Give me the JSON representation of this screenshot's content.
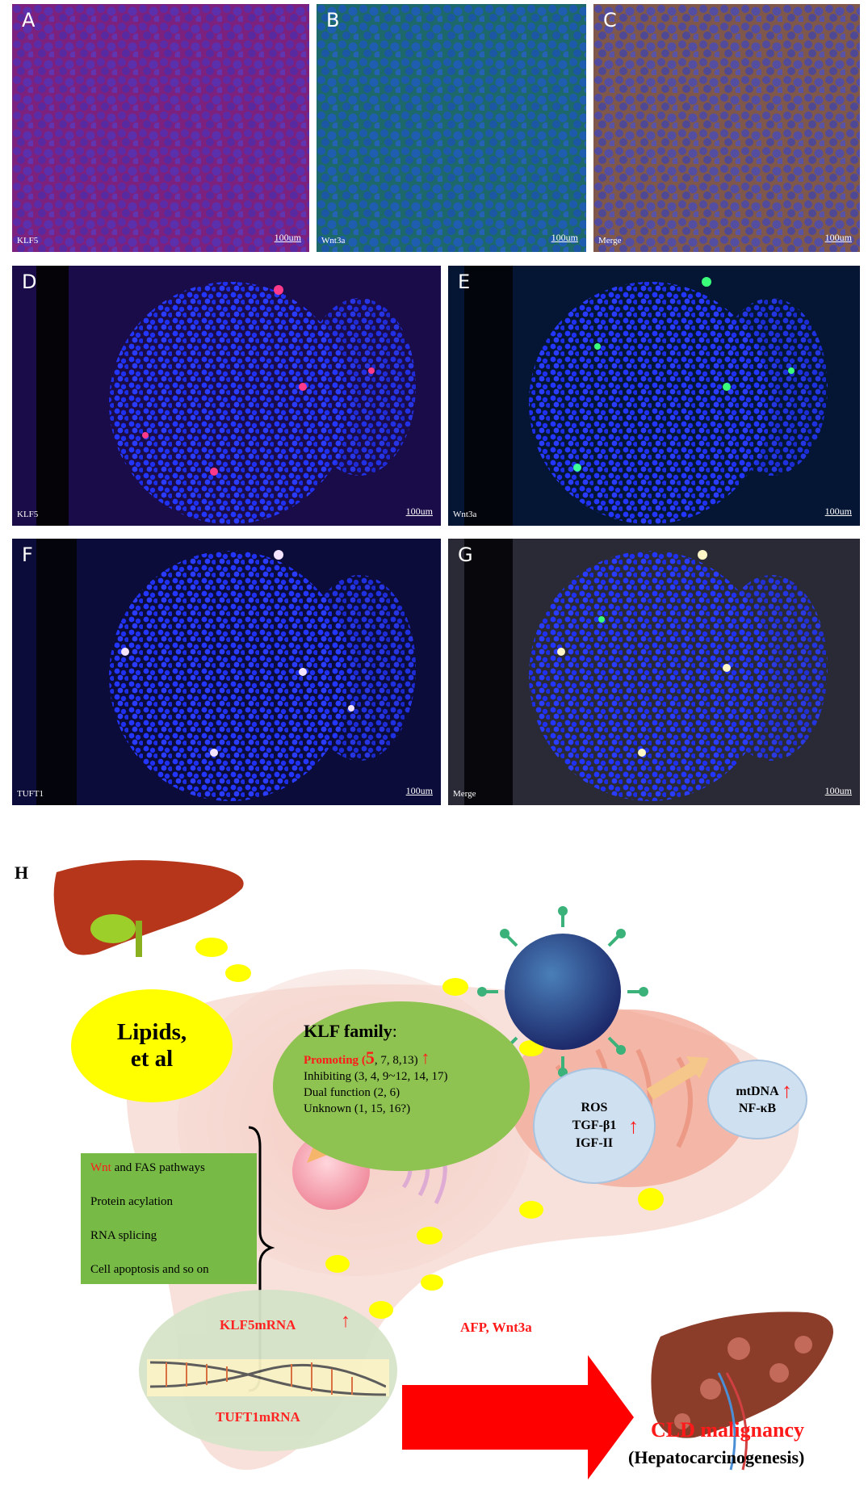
{
  "panels": [
    {
      "letter": "A",
      "marker": "KLF5",
      "scale": "100um"
    },
    {
      "letter": "B",
      "marker": "Wnt3a",
      "scale": "100um"
    },
    {
      "letter": "C",
      "marker": "Merge",
      "scale": "100um"
    },
    {
      "letter": "D",
      "marker": "KLF5",
      "scale": "100um"
    },
    {
      "letter": "E",
      "marker": "Wnt3a",
      "scale": "100um"
    },
    {
      "letter": "F",
      "marker": "TUFT1",
      "scale": "100um"
    },
    {
      "letter": "G",
      "marker": "Merge",
      "scale": "100um"
    }
  ],
  "diagram": {
    "label": "H",
    "lipids": {
      "line1": "Lipids,",
      "line2": "et al"
    },
    "klf": {
      "title": "KLF family",
      "title_colon": ":",
      "promoting_label": "Promoting",
      "promoting_open": " (",
      "promoting_5": "5",
      "promoting_rest": ", 7, 8,13)",
      "inhibiting": "Inhibiting (3, 4, 9~12, 14, 17)",
      "dual": "Dual function (2, 6)",
      "unknown": "Unknown (1, 15, 16?)"
    },
    "pathways": {
      "wnt": "Wnt",
      "wnt_rest": " and FAS pathways",
      "item2": "Protein acylation",
      "item3": "RNA splicing",
      "item4": "Cell apoptosis and so on"
    },
    "ros": {
      "line1": "ROS",
      "line2": "TGF-β1",
      "line3": "IGF-II"
    },
    "mt": {
      "line1": "mtDNA",
      "line2": "NF-κB"
    },
    "mrna": {
      "top": "KLF5mRNA",
      "bottom": "TUFT1mRNA"
    },
    "arrow_label": "AFP, Wnt3a",
    "outcome": {
      "title": "CLD malignancy",
      "subtitle": "(Hepatocarcinogenesis)"
    },
    "up_arrow": "↑"
  },
  "colors": {
    "klf_green": "#8fc351",
    "lipid_yellow": "#ffff00",
    "accent_red": "#ff1a1a",
    "pathway_green": "#77bb46",
    "bubble_blue": "#cfe0f0"
  }
}
